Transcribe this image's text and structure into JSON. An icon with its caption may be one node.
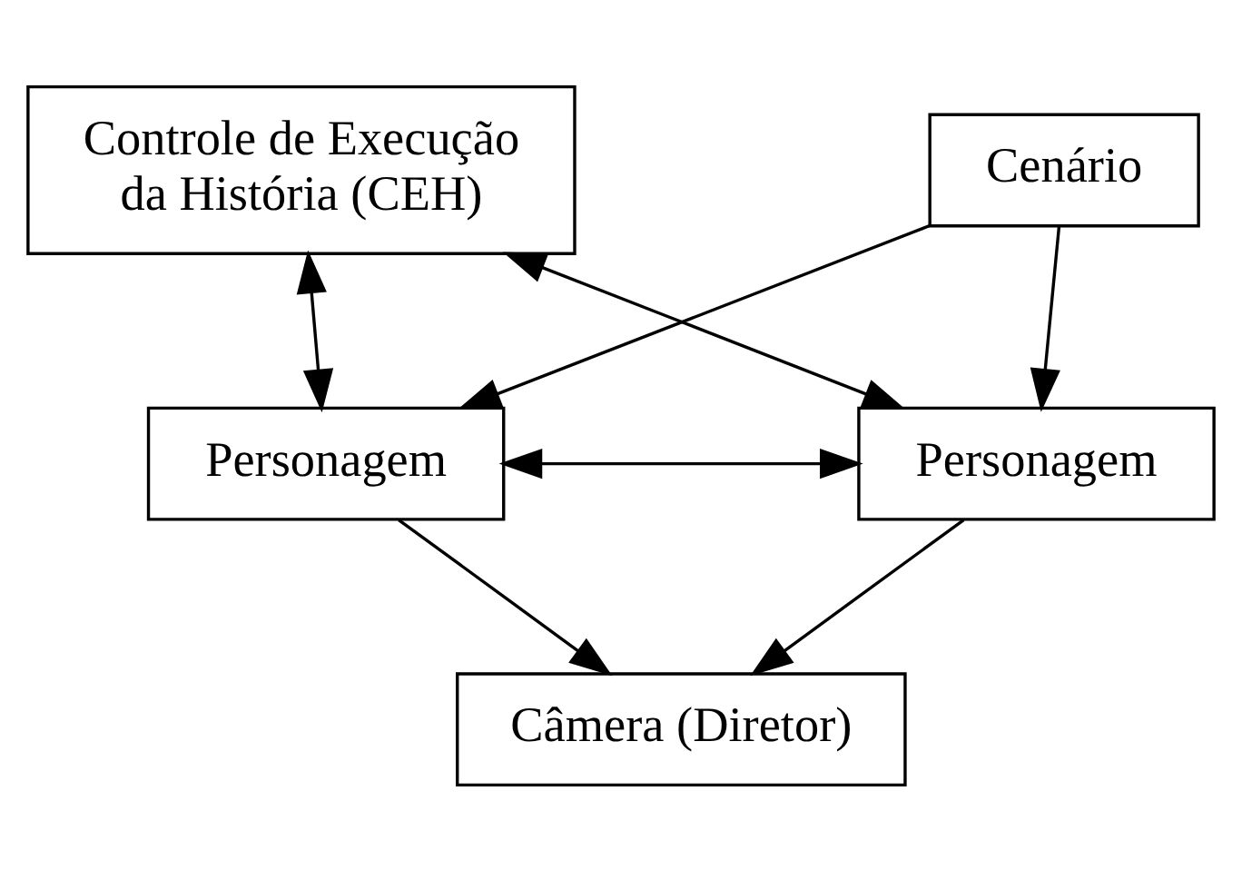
{
  "diagram": {
    "nodes": [
      {
        "text": [
          "Controle de Execução da História (CEH)"
        ]
      },
      {
        "text": [
          "Cenário"
        ]
      },
      {
        "text": [
          "Personagem"
        ]
      },
      {
        "text": [
          "Personagem"
        ]
      },
      {
        "text": [
          "Câmera (Diretor)"
        ]
      }
    ],
    "edges": [
      {
        "from": 0,
        "to": 2,
        "arrow": "both"
      },
      {
        "from": 0,
        "to": 3,
        "arrow": "both"
      },
      {
        "from": 1,
        "to": 2,
        "arrow": "to"
      },
      {
        "from": 1,
        "to": 3,
        "arrow": "to"
      },
      {
        "from": 2,
        "to": 3,
        "arrow": "both"
      },
      {
        "from": 2,
        "to": 4,
        "arrow": "to"
      },
      {
        "from": 3,
        "to": 4,
        "arrow": "to"
      }
    ]
  }
}
